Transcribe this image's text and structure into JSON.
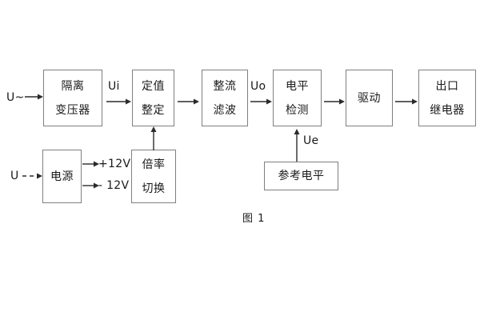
{
  "figure": {
    "caption": "图 1",
    "type": "block-diagram",
    "background_color": "#ffffff",
    "box_border_color": "#808080",
    "line_color": "#2b2b2b",
    "text_color": "#1a1a1a"
  },
  "blocks": [
    {
      "id": "isolation-transformer",
      "lines": [
        "隔离",
        "变压器"
      ]
    },
    {
      "id": "setpoint-setting",
      "lines": [
        "定值",
        "整定"
      ]
    },
    {
      "id": "rectify-filter",
      "lines": [
        "整流",
        "滤波"
      ]
    },
    {
      "id": "level-detection",
      "lines": [
        "电平",
        "检测"
      ]
    },
    {
      "id": "drive",
      "lines": [
        "驱动"
      ]
    },
    {
      "id": "output-relay",
      "lines": [
        "出口",
        "继电器"
      ]
    },
    {
      "id": "power-supply",
      "lines": [
        "电源"
      ]
    },
    {
      "id": "multiplier-switch",
      "lines": [
        "倍率",
        "切换"
      ]
    },
    {
      "id": "reference-level",
      "lines": [
        "参考电平"
      ]
    }
  ],
  "signals": {
    "input_ac": "U~",
    "input_dc": "U",
    "ui": "Ui",
    "uo": "Uo",
    "ue": "Ue",
    "rail_positive": "+12V",
    "rail_negative": "- 12V"
  }
}
